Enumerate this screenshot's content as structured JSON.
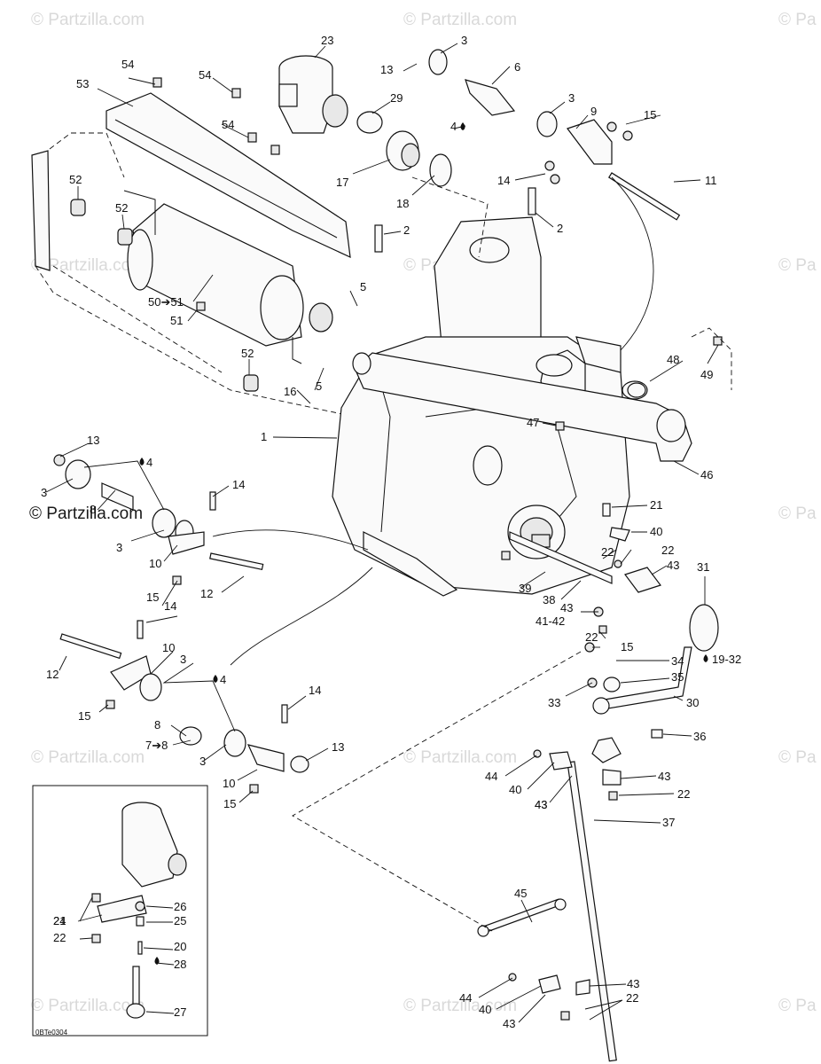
{
  "watermarks": {
    "faint": "© Partzilla.com",
    "faint_short": "© Pa",
    "strong": "© Partzilla.com"
  },
  "drawing_reference": "0BTe0304",
  "callouts": [
    {
      "n": "1"
    },
    {
      "n": "2"
    },
    {
      "n": "2"
    },
    {
      "n": "3"
    },
    {
      "n": "3"
    },
    {
      "n": "3"
    },
    {
      "n": "3"
    },
    {
      "n": "3"
    },
    {
      "n": "3"
    },
    {
      "n": "4"
    },
    {
      "n": "4"
    },
    {
      "n": "4"
    },
    {
      "n": "5"
    },
    {
      "n": "5"
    },
    {
      "n": "6"
    },
    {
      "n": "8"
    },
    {
      "n": "8"
    },
    {
      "n": "7➔8"
    },
    {
      "n": "9"
    },
    {
      "n": "10"
    },
    {
      "n": "10"
    },
    {
      "n": "10"
    },
    {
      "n": "11"
    },
    {
      "n": "12"
    },
    {
      "n": "12"
    },
    {
      "n": "13"
    },
    {
      "n": "13"
    },
    {
      "n": "13"
    },
    {
      "n": "14"
    },
    {
      "n": "14"
    },
    {
      "n": "14"
    },
    {
      "n": "14"
    },
    {
      "n": "15"
    },
    {
      "n": "15"
    },
    {
      "n": "15"
    },
    {
      "n": "15"
    },
    {
      "n": "15"
    },
    {
      "n": "16"
    },
    {
      "n": "17"
    },
    {
      "n": "18"
    },
    {
      "n": "19-32"
    },
    {
      "n": "20"
    },
    {
      "n": "21"
    },
    {
      "n": "21"
    },
    {
      "n": "22"
    },
    {
      "n": "22"
    },
    {
      "n": "22"
    },
    {
      "n": "22"
    },
    {
      "n": "22"
    },
    {
      "n": "22"
    },
    {
      "n": "23"
    },
    {
      "n": "24"
    },
    {
      "n": "25"
    },
    {
      "n": "26"
    },
    {
      "n": "27"
    },
    {
      "n": "28"
    },
    {
      "n": "29"
    },
    {
      "n": "30"
    },
    {
      "n": "31"
    },
    {
      "n": "33"
    },
    {
      "n": "34"
    },
    {
      "n": "35"
    },
    {
      "n": "36"
    },
    {
      "n": "37"
    },
    {
      "n": "38"
    },
    {
      "n": "39"
    },
    {
      "n": "40"
    },
    {
      "n": "40"
    },
    {
      "n": "40"
    },
    {
      "n": "41-42"
    },
    {
      "n": "43"
    },
    {
      "n": "43"
    },
    {
      "n": "43"
    },
    {
      "n": "43"
    },
    {
      "n": "43"
    },
    {
      "n": "43"
    },
    {
      "n": "43"
    },
    {
      "n": "44"
    },
    {
      "n": "44"
    },
    {
      "n": "45"
    },
    {
      "n": "46"
    },
    {
      "n": "47"
    },
    {
      "n": "48"
    },
    {
      "n": "49"
    },
    {
      "n": "50➔51"
    },
    {
      "n": "51"
    },
    {
      "n": "52"
    },
    {
      "n": "52"
    },
    {
      "n": "52"
    },
    {
      "n": "53"
    },
    {
      "n": "54"
    },
    {
      "n": "54"
    },
    {
      "n": "54"
    }
  ]
}
